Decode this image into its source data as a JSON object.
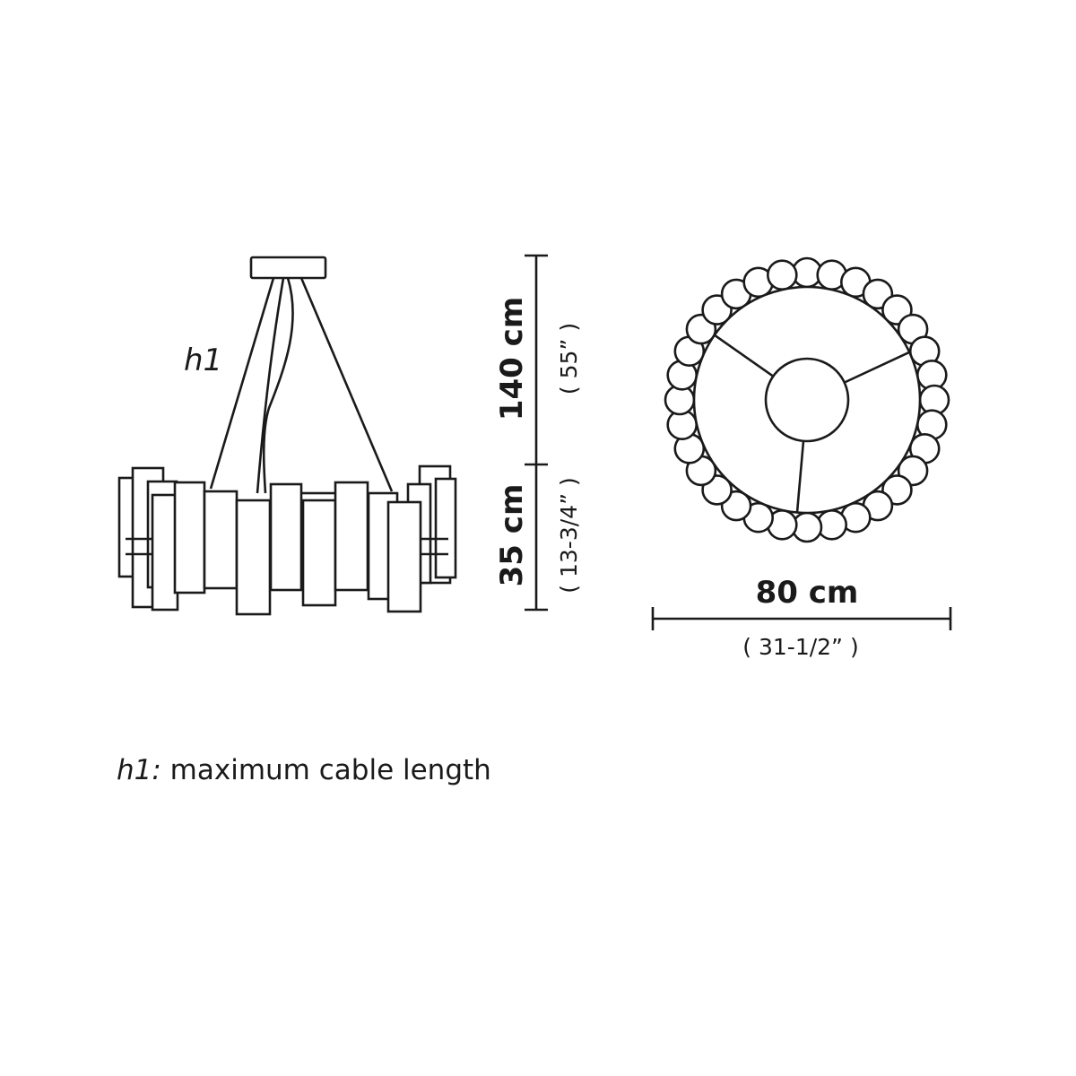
{
  "side_view": {
    "cable_label": "h1"
  },
  "dimensions": {
    "cable_length": {
      "metric": "140 cm",
      "imperial": "( 55” )"
    },
    "body_height": {
      "metric": "35 cm",
      "imperial": "( 13-3/4” )"
    },
    "diameter": {
      "metric": "80 cm",
      "imperial": "( 31-1/2” )"
    }
  },
  "top_view": {
    "arm_count": 3,
    "bead_count": 32
  },
  "legend": {
    "term": "h1:",
    "definition": " maximum cable length"
  }
}
